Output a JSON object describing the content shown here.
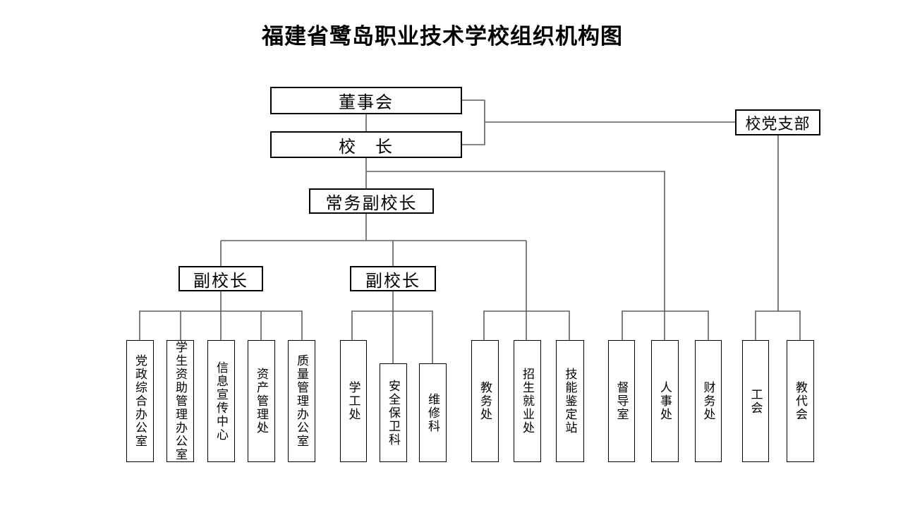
{
  "title": "福建省鹭岛职业技术学校组织机构图",
  "org": {
    "board": "董事会",
    "principal": "校　长",
    "party_branch": "校党支部",
    "exec_vice_principal": "常务副校长",
    "vice_principal_1": "副校长",
    "vice_principal_2": "副校长",
    "departments": [
      {
        "label": "党政综合办公室"
      },
      {
        "label": "学生资助管理办公室"
      },
      {
        "label": "信息宣传中心"
      },
      {
        "label": "资产管理处"
      },
      {
        "label": "质量管理办公室"
      },
      {
        "label": "学工处"
      },
      {
        "label": "安全保卫科"
      },
      {
        "label": "维修科"
      },
      {
        "label": "教务处"
      },
      {
        "label": "招生就业处"
      },
      {
        "label": "技能鉴定站"
      },
      {
        "label": "督导室"
      },
      {
        "label": "人事处"
      },
      {
        "label": "财务处"
      },
      {
        "label": "工会"
      },
      {
        "label": "教代会"
      }
    ],
    "colors": {
      "line": "#5f5f5f",
      "border": "#000000",
      "background": "#ffffff",
      "text": "#000000"
    }
  }
}
